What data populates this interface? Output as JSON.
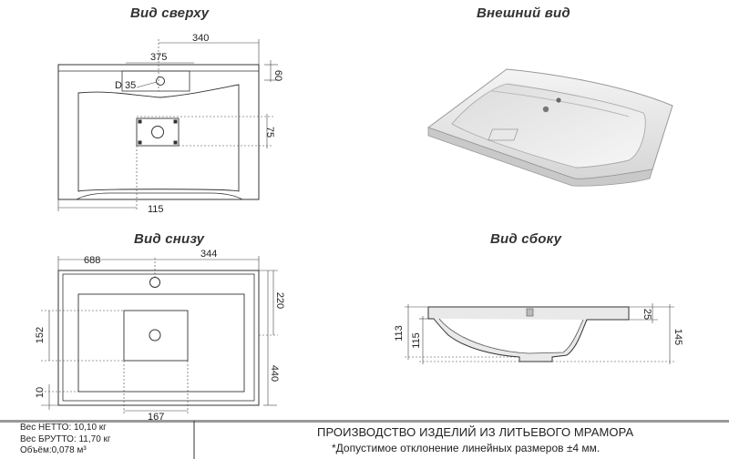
{
  "views": {
    "top": "Вид сверху",
    "external": "Внешний вид",
    "bottom": "Вид снизу",
    "side": "Вид сбоку"
  },
  "dims_top": {
    "overall": "340",
    "offset": "375",
    "rim": "60",
    "tap_hole": "D 35",
    "drain": "75",
    "bottom_offset": "115"
  },
  "dims_bottom": {
    "width": "688",
    "half": "344",
    "depth_top": "220",
    "height_left": "152",
    "depth_total": "440",
    "edge": "10",
    "drain_offset": "167"
  },
  "dims_side": {
    "h1": "113",
    "h2": "115",
    "rim": "25",
    "total": "145"
  },
  "specs": {
    "net": "Вес НЕТТО: 10,10 кг",
    "gross": "Вес БРУТТО: 11,70 кг",
    "volume": "Объём:0,078 м³"
  },
  "production": "ПРОИЗВОДСТВО ИЗДЕЛИЙ ИЗ ЛИТЬЕВОГО МРАМОРА",
  "tolerance": "*Допустимое отклонение линейных размеров ±4 мм."
}
